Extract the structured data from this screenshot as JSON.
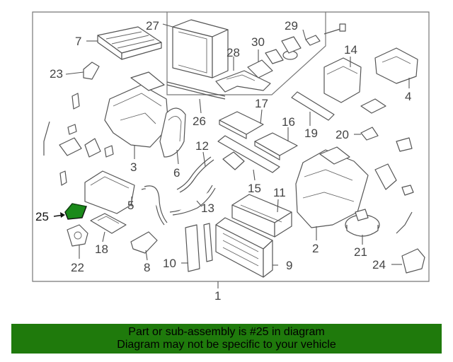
{
  "diagram": {
    "main_callout": "1",
    "callouts": [
      "2",
      "3",
      "4",
      "5",
      "6",
      "7",
      "8",
      "9",
      "10",
      "11",
      "12",
      "13",
      "14",
      "15",
      "16",
      "17",
      "18",
      "19",
      "20",
      "21",
      "22",
      "23",
      "24",
      "25",
      "26",
      "27",
      "28",
      "29",
      "30"
    ],
    "highlighted_part": "25",
    "highlight_color": "#1a8a1a"
  },
  "banner": {
    "line1": "Part or sub-assembly is #25 in diagram",
    "line2": "Diagram may not be specific to your vehicle",
    "background": "#1f7a0c"
  }
}
